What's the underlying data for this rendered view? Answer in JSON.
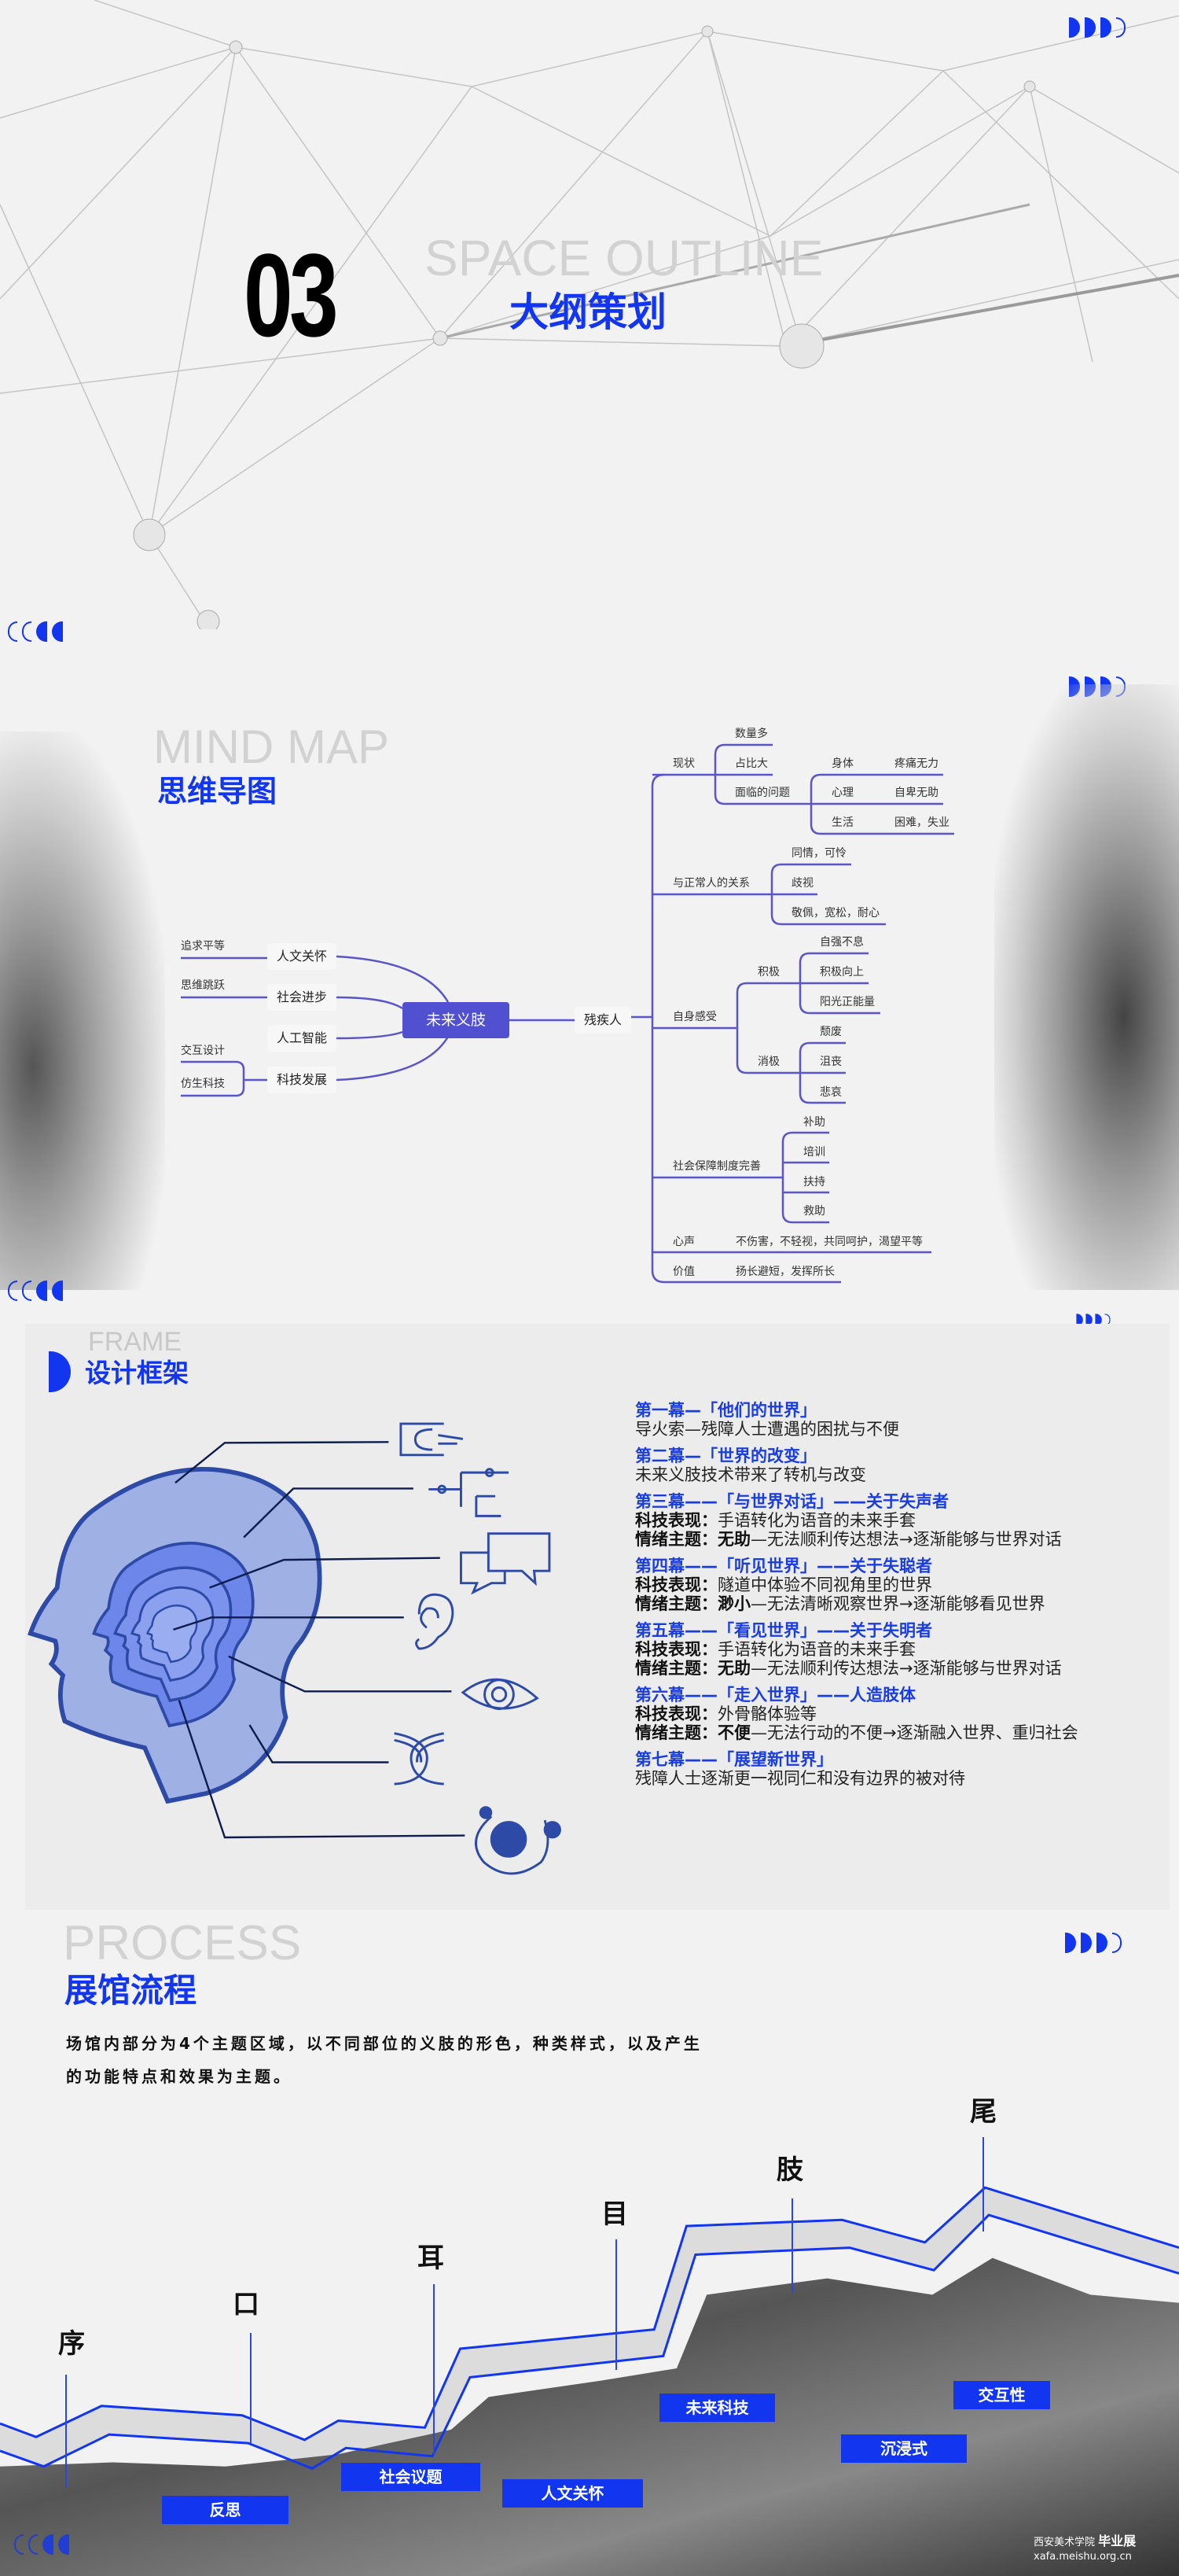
{
  "section1": {
    "number": "03",
    "ghost": "SPACE OUTLINE",
    "title": "大纲策划"
  },
  "mindmap": {
    "ghost": "MIND MAP",
    "title": "思维导图",
    "center": "未来义肢",
    "right_root": "残疾人",
    "left_nodes": [
      "人文关怀",
      "社会进步",
      "人工智能",
      "科技发展"
    ],
    "left_leaves": [
      "追求平等",
      "思维跳跃",
      "交互设计",
      "仿生科技"
    ],
    "branches": {
      "status": {
        "label": "现状",
        "items": [
          "数量多",
          "占比大",
          "面临的问题"
        ],
        "problems": [
          {
            "k": "身体",
            "v": "疼痛无力"
          },
          {
            "k": "心理",
            "v": "自卑无助"
          },
          {
            "k": "生活",
            "v": "困难，失业"
          }
        ]
      },
      "relation": {
        "label": "与正常人的关系",
        "items": [
          "同情，可怜",
          "歧视",
          "敬佩，宽松，耐心"
        ]
      },
      "feeling": {
        "label": "自身感受",
        "positive": "积极",
        "positive_items": [
          "自强不息",
          "积极向上",
          "阳光正能量"
        ],
        "negative": "消极",
        "negative_items": [
          "颓废",
          "沮丧",
          "悲哀"
        ]
      },
      "security": {
        "label": "社会保障制度完善",
        "items": [
          "补助",
          "培训",
          "扶持",
          "救助"
        ]
      },
      "voice": {
        "label": "心声",
        "text": "不伤害，不轻视，共同呵护，渴望平等"
      },
      "value": {
        "label": "价值",
        "text": "扬长避短，发挥所长"
      }
    }
  },
  "framework": {
    "ghost": "FRAME",
    "title": "设计框架",
    "icons": [
      "hand-icon",
      "network-icon",
      "speech-bubbles-icon",
      "ear-icon",
      "eye-icon",
      "limb-icon",
      "orbit-icon"
    ],
    "acts": [
      {
        "title": "第一幕—「他们的世界」",
        "lines": [
          {
            "text": "导火索—残障人士遭遇的困扰与不便"
          }
        ]
      },
      {
        "title": "第二幕—「世界的改变」",
        "lines": [
          {
            "text": "未来义肢技术带来了转机与改变"
          }
        ]
      },
      {
        "title": "第三幕——「与世界对话」——关于失声者",
        "lines": [
          {
            "label": "科技表现：",
            "text": "手语转化为语音的未来手套"
          },
          {
            "label": "情绪主题：",
            "strong": "无助",
            "text": "—无法顺利传达想法→逐渐能够与世界对话"
          }
        ]
      },
      {
        "title": "第四幕——「听见世界」——关于失聪者",
        "lines": [
          {
            "label": "科技表现：",
            "text": "隧道中体验不同视角里的世界"
          },
          {
            "label": "情绪主题：",
            "strong": "渺小",
            "text": "—无法清晰观察世界→逐渐能够看见世界"
          }
        ]
      },
      {
        "title": "第五幕——「看见世界」——关于失明者",
        "lines": [
          {
            "label": "科技表现：",
            "text": "手语转化为语音的未来手套"
          },
          {
            "label": "情绪主题：",
            "strong": "无助",
            "text": "—无法顺利传达想法→逐渐能够与世界对话"
          }
        ]
      },
      {
        "title": "第六幕——「走入世界」——人造肢体",
        "lines": [
          {
            "label": "科技表现：",
            "text": "外骨骼体验等"
          },
          {
            "label": "情绪主题：",
            "strong": "不便",
            "text": "—无法行动的不便→逐渐融入世界、重归社会"
          }
        ]
      },
      {
        "title": "第七幕——「展望新世界」",
        "lines": [
          {
            "text": "残障人士逐渐更一视同仁和没有边界的被对待"
          }
        ]
      }
    ]
  },
  "process": {
    "ghost": "PROCESS",
    "title": "展馆流程",
    "desc_line1": "场馆内部分为4个主题区域，以不同部位的义肢的形色，种类样式，以及产生",
    "desc_line2": "的功能特点和效果为主题。",
    "stages": [
      "序",
      "口",
      "耳",
      "目",
      "肢",
      "尾"
    ],
    "tags": [
      "反思",
      "社会议题",
      "人文关怀",
      "未来科技",
      "沉浸式",
      "交互性"
    ],
    "logo": {
      "name": "西安美术学院",
      "badge": "毕业展",
      "url": "xafa.meishu.org.cn"
    }
  },
  "colors": {
    "accent": "#1236f0",
    "mindmap_line": "#5a55c8",
    "center_node": "#5050d0"
  }
}
